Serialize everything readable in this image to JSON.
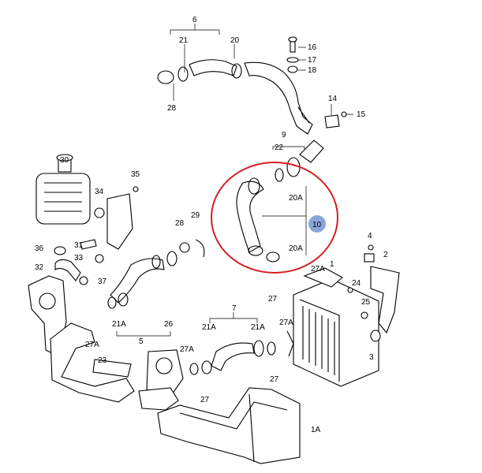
{
  "labels": {
    "n6": "6",
    "n21_top": "21",
    "n20_top": "20",
    "n28_top": "28",
    "n16": "16",
    "n17": "17",
    "n18": "18",
    "n14": "14",
    "n15": "15",
    "n9": "9",
    "n22": "22",
    "n20A_a": "20A",
    "n20A_b": "20A",
    "n10": "10",
    "n30": "30",
    "n35": "35",
    "n34": "34",
    "n31": "31",
    "n36": "36",
    "n33": "33",
    "n32": "32",
    "n37": "37",
    "n28_mid": "28",
    "n29": "29",
    "n21A_mid": "21A",
    "n26": "26",
    "n5": "5",
    "n27A_a": "27A",
    "n27_a": "27",
    "n4": "4",
    "n2": "2",
    "n24": "24",
    "n25": "25",
    "n1": "1",
    "n3": "3",
    "n27A_b": "27A",
    "n23": "23",
    "n7": "7",
    "n21A_r1": "21A",
    "n21A_r2": "21A",
    "n27A_c": "27A",
    "n27A_d": "27A",
    "n27_b": "27",
    "n27_c": "27",
    "n1A": "1A"
  },
  "colors": {
    "highlight_ring": "#d42020",
    "callout_badge": "#8aa6d6"
  }
}
